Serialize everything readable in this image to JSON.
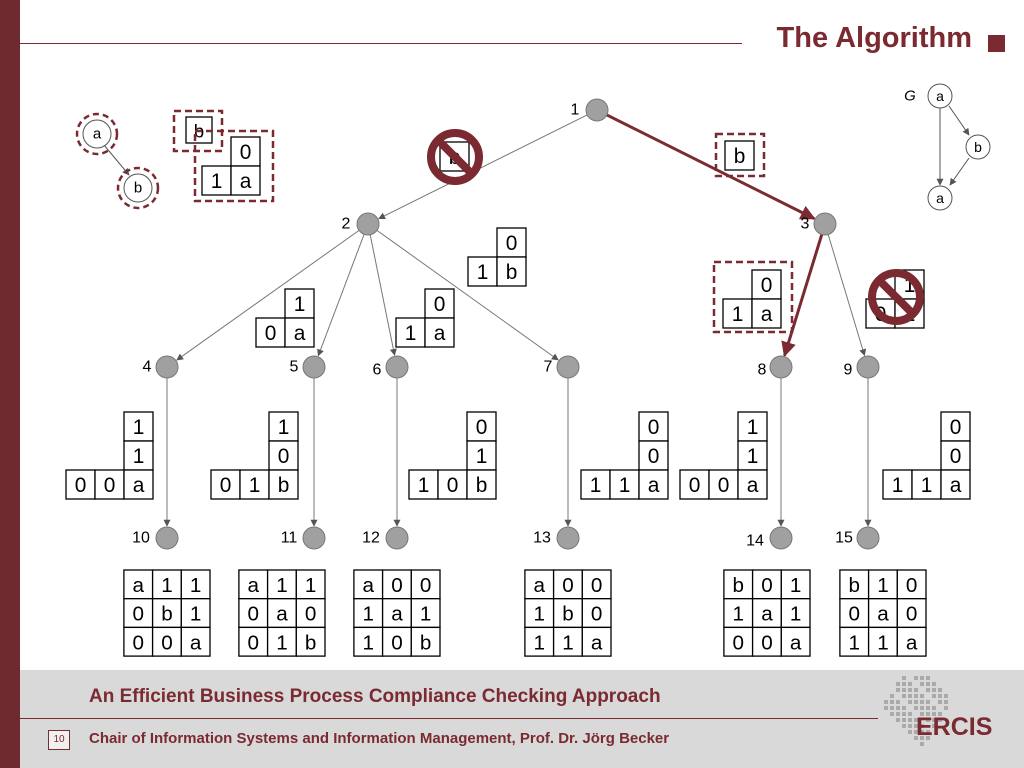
{
  "title": "The Algorithm",
  "footer": {
    "title": "An Efficient Business Process Compliance Checking Approach",
    "subtitle": "Chair of Information Systems and Information Management, Prof. Dr. Jörg Becker",
    "page_number": "10",
    "logo": "ERCIS"
  },
  "colors": {
    "accent": "#7a2a30",
    "node_fill": "#a0a0a0",
    "footer_bg": "#d9d9d9"
  },
  "graph_G": {
    "label": "G",
    "nodes": [
      "a",
      "b",
      "a"
    ],
    "edges": [
      [
        "a",
        "b"
      ],
      [
        "b",
        "a"
      ],
      [
        "a",
        "a"
      ]
    ]
  },
  "pattern": {
    "nodes": [
      "a",
      "b"
    ],
    "b_label": "b",
    "matrix": [
      [
        "",
        "0"
      ],
      [
        "1",
        "a"
      ]
    ]
  },
  "tree": {
    "nodes": [
      "1",
      "2",
      "3",
      "4",
      "5",
      "6",
      "7",
      "8",
      "9",
      "10",
      "11",
      "12",
      "13",
      "14",
      "15"
    ],
    "edges": [
      [
        "1",
        "2"
      ],
      [
        "1",
        "3"
      ],
      [
        "2",
        "4"
      ],
      [
        "2",
        "5"
      ],
      [
        "2",
        "6"
      ],
      [
        "2",
        "7"
      ],
      [
        "3",
        "8"
      ],
      [
        "3",
        "9"
      ],
      [
        "4",
        "10"
      ],
      [
        "5",
        "11"
      ],
      [
        "6",
        "12"
      ],
      [
        "7",
        "13"
      ],
      [
        "8",
        "14"
      ],
      [
        "9",
        "15"
      ]
    ],
    "highlighted_path": [
      [
        "1",
        "3"
      ],
      [
        "3",
        "8"
      ]
    ],
    "pruned": [
      "1-2 b",
      "3-9"
    ],
    "edge_labels": {
      "e12": "b",
      "e13": "b",
      "n2": [
        [
          "",
          "0"
        ],
        [
          "1",
          "b"
        ]
      ],
      "e25": [
        [
          "",
          "1"
        ],
        [
          "0",
          "a"
        ]
      ],
      "e26": [
        [
          "",
          "0"
        ],
        [
          "1",
          "a"
        ]
      ],
      "e38": [
        [
          "",
          "0"
        ],
        [
          "1",
          "a"
        ]
      ],
      "e39": [
        [
          "",
          "1"
        ],
        [
          "0",
          "1"
        ]
      ]
    },
    "level2_matrices": {
      "m4": [
        [
          "",
          "",
          "1"
        ],
        [
          "",
          "",
          "1"
        ],
        [
          "0",
          "0",
          "a"
        ]
      ],
      "m5": [
        [
          "",
          "",
          "1"
        ],
        [
          "",
          "",
          "0"
        ],
        [
          "0",
          "1",
          "b"
        ]
      ],
      "m6": [
        [
          "",
          "",
          "0"
        ],
        [
          "",
          "",
          "1"
        ],
        [
          "1",
          "0",
          "b"
        ]
      ],
      "m7": [
        [
          "",
          "",
          "0"
        ],
        [
          "",
          "",
          "0"
        ],
        [
          "1",
          "1",
          "a"
        ]
      ],
      "m8": [
        [
          "",
          "",
          "1"
        ],
        [
          "",
          "",
          "1"
        ],
        [
          "0",
          "0",
          "a"
        ]
      ],
      "m9": [
        [
          "",
          "",
          "0"
        ],
        [
          "",
          "",
          "0"
        ],
        [
          "1",
          "1",
          "a"
        ]
      ]
    },
    "leaf_matrices": {
      "m10": [
        [
          "a",
          "1",
          "1"
        ],
        [
          "0",
          "b",
          "1"
        ],
        [
          "0",
          "0",
          "a"
        ]
      ],
      "m11": [
        [
          "a",
          "1",
          "1"
        ],
        [
          "0",
          "a",
          "0"
        ],
        [
          "0",
          "1",
          "b"
        ]
      ],
      "m12": [
        [
          "a",
          "0",
          "0"
        ],
        [
          "1",
          "a",
          "1"
        ],
        [
          "1",
          "0",
          "b"
        ]
      ],
      "m13": [
        [
          "a",
          "0",
          "0"
        ],
        [
          "1",
          "b",
          "0"
        ],
        [
          "1",
          "1",
          "a"
        ]
      ],
      "m14": [
        [
          "b",
          "0",
          "1"
        ],
        [
          "1",
          "a",
          "1"
        ],
        [
          "0",
          "0",
          "a"
        ]
      ],
      "m15": [
        [
          "b",
          "1",
          "0"
        ],
        [
          "0",
          "a",
          "0"
        ],
        [
          "1",
          "1",
          "a"
        ]
      ]
    }
  }
}
